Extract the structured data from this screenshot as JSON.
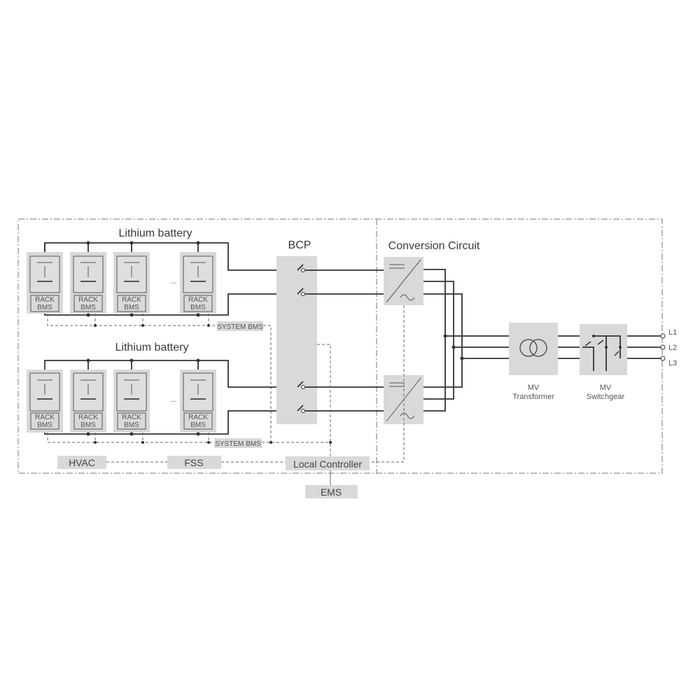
{
  "battery_groups": [
    {
      "title": "Lithium battery",
      "racks": [
        {
          "bms_line1": "RACK",
          "bms_line2": "BMS"
        },
        {
          "bms_line1": "RACK",
          "bms_line2": "BMS"
        },
        {
          "bms_line1": "RACK",
          "bms_line2": "BMS"
        },
        {
          "bms_line1": "RACK",
          "bms_line2": "BMS"
        }
      ],
      "ellipsis": "...",
      "system_bms": "SYSTEM BMS"
    },
    {
      "title": "Lithium battery",
      "racks": [
        {
          "bms_line1": "RACK",
          "bms_line2": "BMS"
        },
        {
          "bms_line1": "RACK",
          "bms_line2": "BMS"
        },
        {
          "bms_line1": "RACK",
          "bms_line2": "BMS"
        },
        {
          "bms_line1": "RACK",
          "bms_line2": "BMS"
        }
      ],
      "ellipsis": "...",
      "system_bms": "SYSTEM BMS"
    }
  ],
  "bcp": {
    "title": "BCP"
  },
  "conversion": {
    "title": "Conversion Circuit"
  },
  "transformer": {
    "line1": "MV",
    "line2": "Transformer"
  },
  "switchgear": {
    "line1": "MV",
    "line2": "Switchgear"
  },
  "phases": [
    "L1",
    "L2",
    "L3"
  ],
  "bottom": {
    "hvac": "HVAC",
    "fss": "FSS",
    "local_controller": "Local Controller",
    "ems": "EMS"
  },
  "colors": {
    "box_fill": "#d9d9d9",
    "line": "#333333",
    "dashed": "#666666"
  }
}
